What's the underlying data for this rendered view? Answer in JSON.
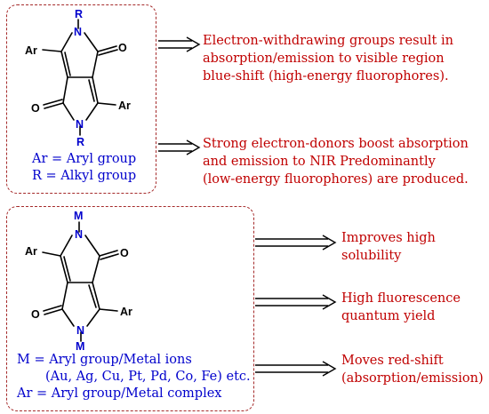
{
  "top_panel": {
    "molecule_labels": {
      "ar_top": "Ar",
      "ar_bottom": "Ar",
      "n_top": "N",
      "n_bottom": "N",
      "r_top": "R",
      "r_bottom": "R",
      "o_right": "O",
      "o_left": "O"
    },
    "definitions": [
      "Ar = Aryl group",
      "R = Alkyl group"
    ]
  },
  "bottom_panel": {
    "molecule_labels": {
      "ar_top": "Ar",
      "ar_bottom": "Ar",
      "n_top": "N",
      "n_bottom": "N",
      "m_top": "M",
      "m_bottom": "M",
      "o_right": "O",
      "o_left": "O"
    },
    "definitions": [
      "M = Aryl group/Metal ions",
      "(Au, Ag, Cu, Pt, Pd, Co, Fe) etc.",
      "Ar = Aryl group/Metal complex"
    ]
  },
  "notes": [
    {
      "lines": [
        "Electron-withdrawing groups result in",
        "absorption/emission to visible region",
        "blue-shift (high-energy fluorophores)."
      ]
    },
    {
      "lines": [
        "Strong electron-donors boost absorption",
        "and emission to NIR Predominantly",
        "(low-energy fluorophores) are produced."
      ]
    },
    {
      "lines": [
        "Improves high",
        "solubility"
      ]
    },
    {
      "lines": [
        "High fluorescence",
        "quantum yield"
      ]
    },
    {
      "lines": [
        "Moves red-shift",
        "(absorption/emission)"
      ]
    }
  ],
  "colors": {
    "border": "#a52a2a",
    "note_text": "#c00000",
    "definition_text": "#0000cc",
    "structure": "#000000"
  }
}
